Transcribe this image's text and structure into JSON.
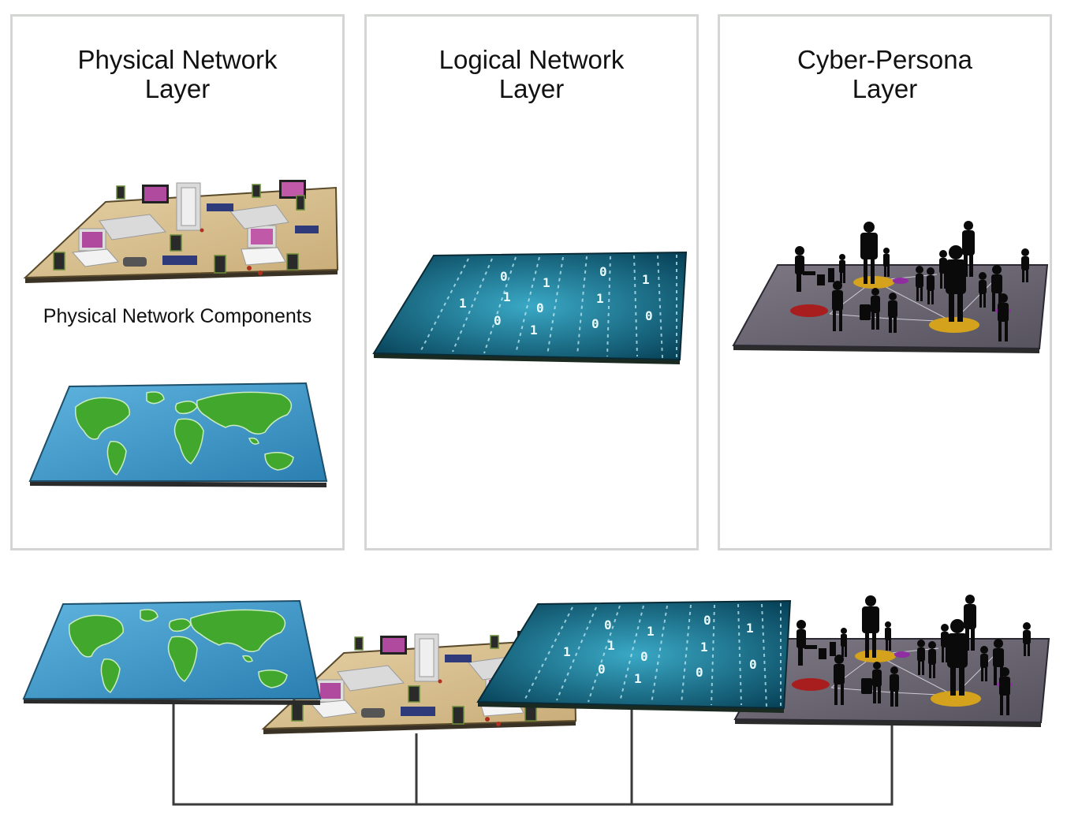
{
  "panels": [
    {
      "title": "Physical Network\nLayer",
      "caption": "Physical Network Components"
    },
    {
      "title": "Logical Network\nLayer"
    },
    {
      "title": "Cyber-Persona\nLayer"
    }
  ],
  "colors": {
    "panel_border": "#d4d6d3",
    "map_ocean": "#3d97c9",
    "map_land": "#3fa62c",
    "board_tan": "#d8c194",
    "digital_teal": "#0c6d88",
    "persona_gray": "#6b6773",
    "connector": "#3a3a3a"
  }
}
